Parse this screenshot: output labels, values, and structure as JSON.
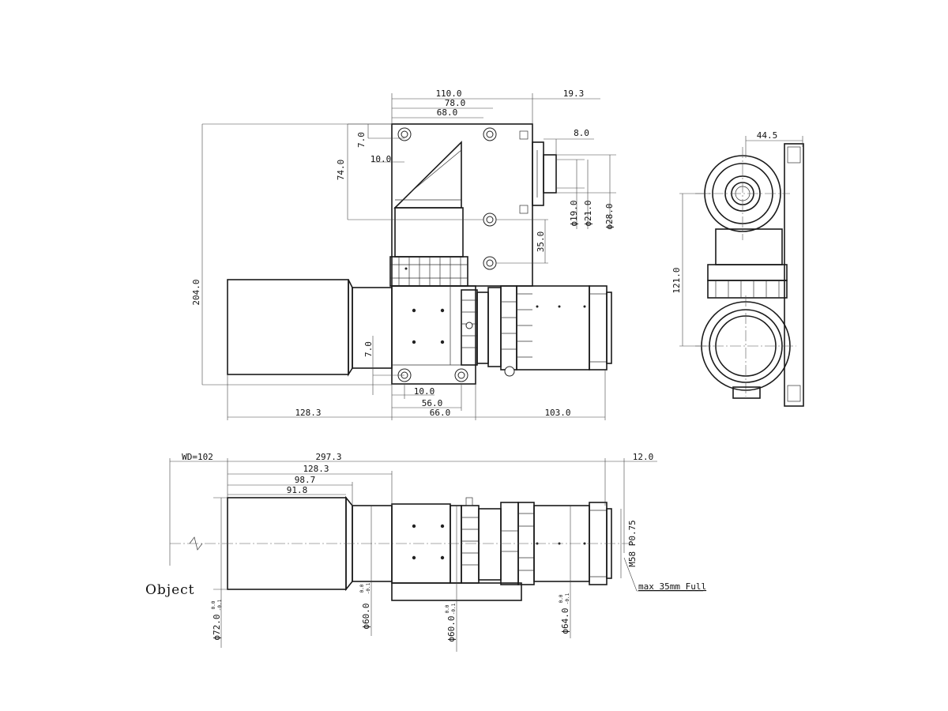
{
  "front_view": {
    "dims": {
      "w110": "110.0",
      "w78": "78.0",
      "w68": "68.0",
      "w19_3": "19.3",
      "d7_top": "7.0",
      "d10_top": "10.0",
      "h74": "74.0",
      "w8": "8.0",
      "phi19": "ϕ19.0",
      "phi21": "ϕ21.0",
      "phi28": "ϕ28.0",
      "h35": "35.0",
      "h204": "204.0",
      "d7_bot": "7.0",
      "d10_bot": "10.0",
      "w56": "56.0",
      "w128_3": "128.3",
      "w66": "66.0",
      "w103": "103.0"
    }
  },
  "side_view": {
    "dims": {
      "w44_5": "44.5",
      "h121": "121.0"
    }
  },
  "bottom_view": {
    "wd": "WD=102",
    "dims": {
      "len297_3": "297.3",
      "len12": "12.0",
      "len128_3": "128.3",
      "len98_7": "98.7",
      "len91_8": "91.8"
    },
    "object_label": "Object",
    "thread_label": "M58 P0.75",
    "sensor_note": "max 35mm Full",
    "diameters": {
      "d72": "ϕ72.0",
      "d60a": "ϕ60.0",
      "d60b": "ϕ60.0",
      "d64": "ϕ64.0"
    },
    "tolerance_top": "0.0",
    "tolerance_bottom": "-0.1"
  }
}
